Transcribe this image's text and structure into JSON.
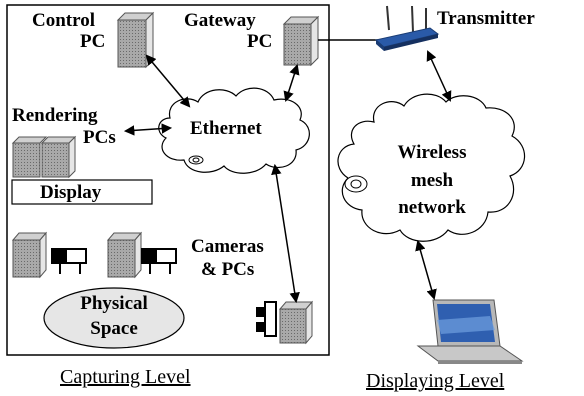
{
  "labels": {
    "control_pc_1": "Control",
    "control_pc_2": "PC",
    "gateway_pc_1": "Gateway",
    "gateway_pc_2": "PC",
    "transmitter": "Transmitter",
    "rendering_pcs_1": "Rendering",
    "rendering_pcs_2": "PCs",
    "ethernet": "Ethernet",
    "display": "Display",
    "wireless_1": "Wireless",
    "wireless_2": "mesh",
    "wireless_3": "network",
    "cameras_1": "Cameras",
    "cameras_2": "& PCs",
    "physical_1": "Physical",
    "physical_2": "Space",
    "capturing_level": "Capturing Level",
    "displaying_level": "Displaying Level"
  },
  "colors": {
    "pc_front": "#9a9a9a",
    "pc_side": "#c8c8c8",
    "physical_space_fill": "#e6e6e6",
    "laptop_screen": "#2f5fb0"
  },
  "icons": [
    "pc-box-icon",
    "camera-icon",
    "wireless-router-icon",
    "laptop-icon",
    "cloud-icon",
    "signal-icon"
  ]
}
